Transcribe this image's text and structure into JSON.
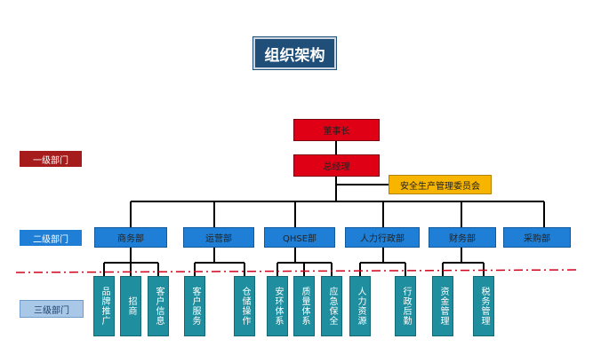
{
  "title": "组织架构",
  "levels": {
    "level1": "一级部门",
    "level2": "二级部门",
    "level3": "三级部门"
  },
  "top": {
    "chairman": "董事长",
    "gm": "总经理",
    "safety_committee": "安全生产管理委员会"
  },
  "departments": [
    "商务部",
    "运营部",
    "QHSE部",
    "人力行政部",
    "财务部",
    "采购部"
  ],
  "subunits": [
    "品牌推广",
    "招商",
    "客户信息",
    "客户服务",
    "仓储操作",
    "安环体系",
    "质量体系",
    "应急保全",
    "人力资源",
    "行政后勤",
    "资金管理",
    "税务管理"
  ],
  "colors": {
    "title_bg": "#1f4e79",
    "level1": "#a61c1c",
    "level2": "#1f7fd6",
    "level3": "#a9c8e8",
    "red_box": "#e00016",
    "safety": "#f7b500",
    "subunit": "#1f8fa0"
  }
}
